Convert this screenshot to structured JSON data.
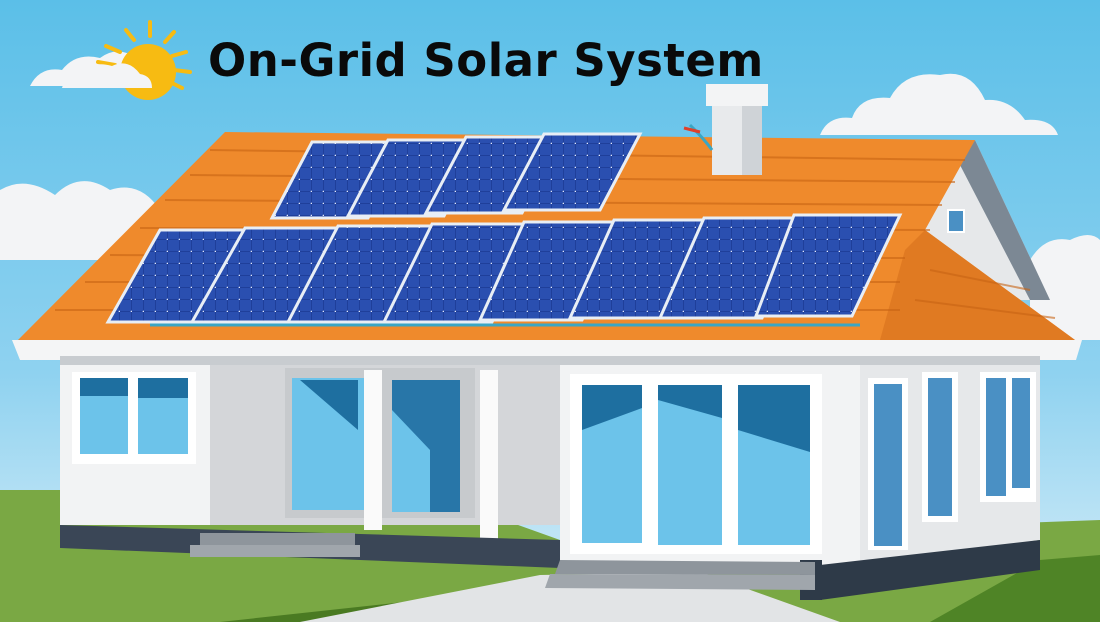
{
  "title": "On-Grid Solar System",
  "colors": {
    "sky_top": "#5bbfe8",
    "sky_bottom": "#bfe6f7",
    "roof": "#ef8a2c",
    "roof_dark": "#d9731c",
    "panel": "#1f3f9a",
    "panel_frame": "#e8eef5",
    "wall": "#f2f3f4",
    "wall_shade": "#d6d8db",
    "glass_light": "#6cc3ea",
    "glass_dark": "#1e6fa0",
    "foundation": "#3a4656",
    "grass": "#7aa844",
    "grass_dark": "#4a7a22",
    "path": "#e2e4e6",
    "sun": "#f7bb12"
  },
  "scene": {
    "icons": [
      "sun-icon",
      "cloud-icon"
    ],
    "top_row_panels": 4,
    "bottom_row_panels": 8
  }
}
